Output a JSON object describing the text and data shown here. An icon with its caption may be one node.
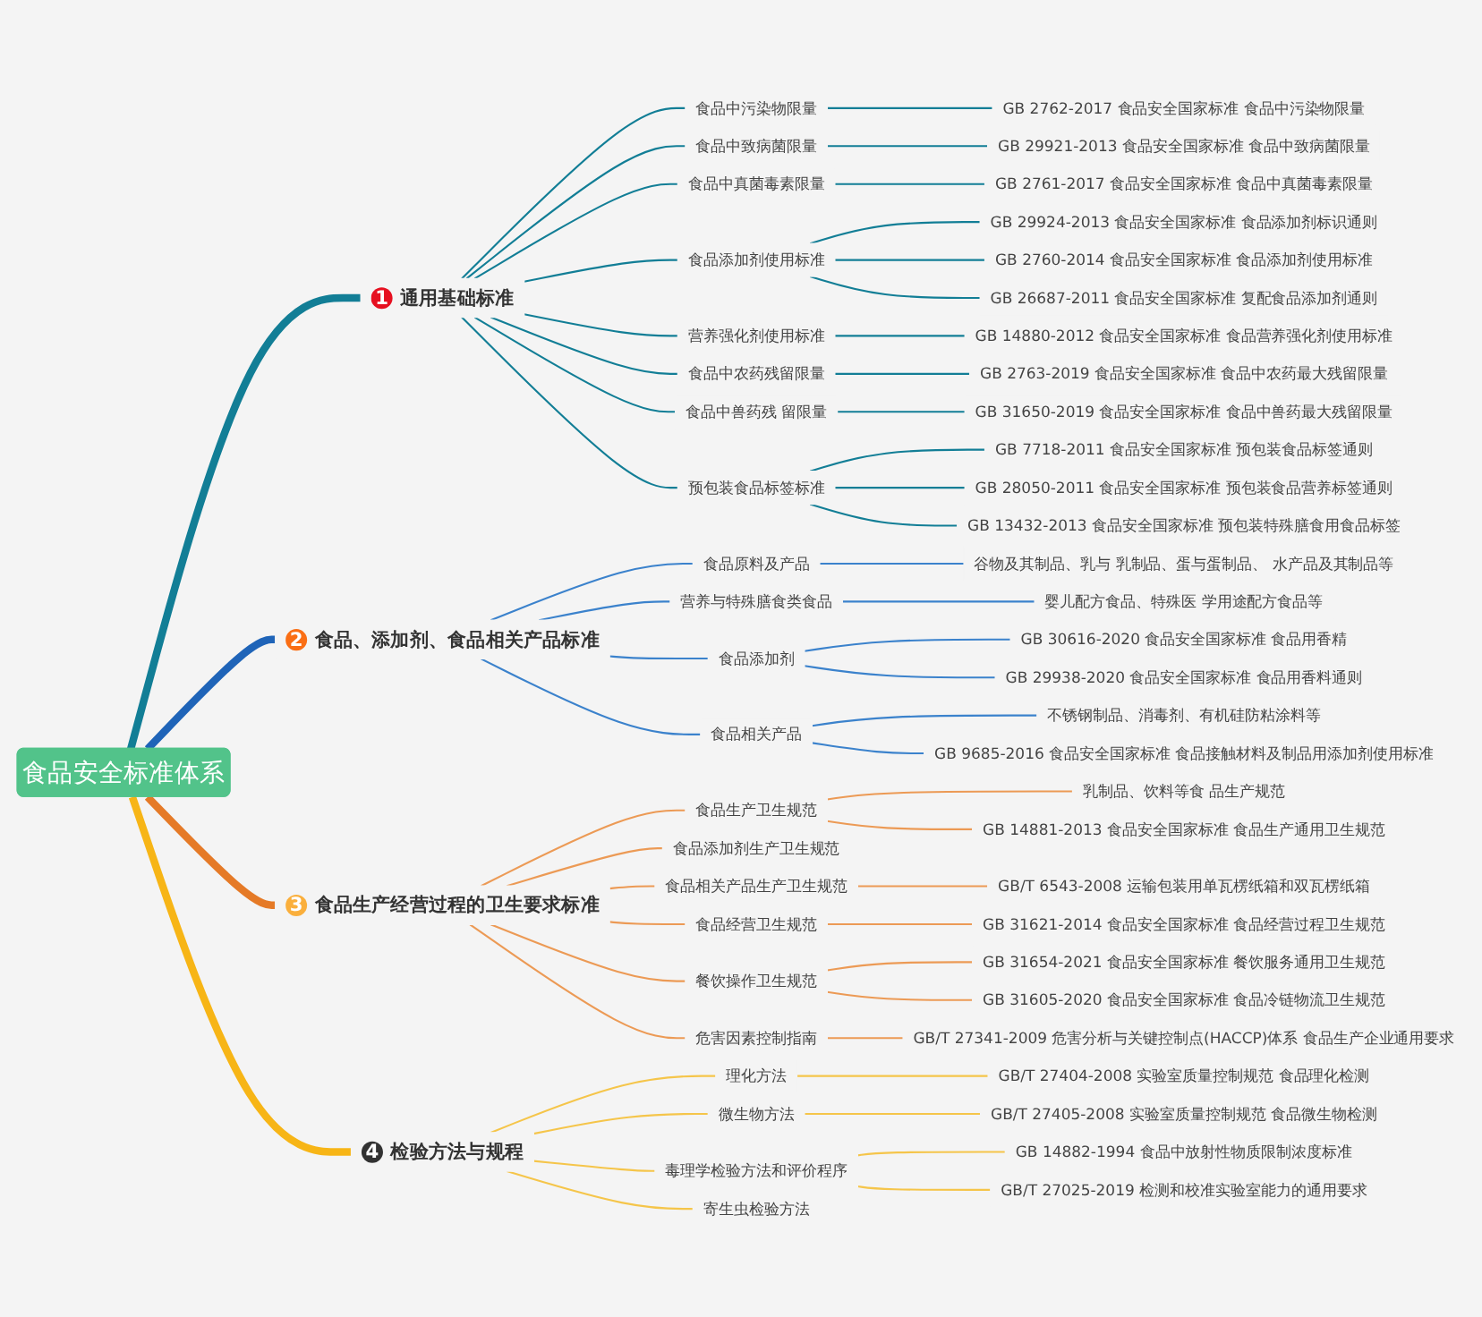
{
  "diagram": {
    "nodes": [
      {
        "text": [
          "食品安全标准体系"
        ]
      },
      {
        "text": [
          "1",
          "通用基础标准"
        ]
      },
      {
        "text": [
          "食品中污染物限量"
        ]
      },
      {
        "text": [
          "GB 2762-2017 食品安全国家标准 食品中污染物限量"
        ]
      },
      {
        "text": [
          "食品中致病菌限量"
        ]
      },
      {
        "text": [
          "GB 29921-2013 食品安全国家标准 食品中致病菌限量"
        ]
      },
      {
        "text": [
          "食品中真菌毒素限量"
        ]
      },
      {
        "text": [
          "GB 2761-2017 食品安全国家标准 食品中真菌毒素限量"
        ]
      },
      {
        "text": [
          "食品添加剂使用标准"
        ]
      },
      {
        "text": [
          "GB 29924-2013 食品安全国家标准 食品添加剂标识通则"
        ]
      },
      {
        "text": [
          "GB 2760-2014 食品安全国家标准 食品添加剂使用标准"
        ]
      },
      {
        "text": [
          "GB 26687-2011 食品安全国家标准 复配食品添加剂通则"
        ]
      },
      {
        "text": [
          "营养强化剂使用标准"
        ]
      },
      {
        "text": [
          "GB 14880-2012 食品安全国家标准 食品营养强化剂使用标准"
        ]
      },
      {
        "text": [
          "食品中农药残留限量"
        ]
      },
      {
        "text": [
          "GB 2763-2019 食品安全国家标准 食品中农药最大残留限量"
        ]
      },
      {
        "text": [
          "食品中兽药残 留限量"
        ]
      },
      {
        "text": [
          "GB 31650-2019 食品安全国家标准 食品中兽药最大残留限量"
        ]
      },
      {
        "text": [
          "预包装食品标签标准"
        ]
      },
      {
        "text": [
          "GB 7718-2011 食品安全国家标准 预包装食品标签通则"
        ]
      },
      {
        "text": [
          "GB 28050-2011 食品安全国家标准 预包装食品营养标签通则"
        ]
      },
      {
        "text": [
          "GB 13432-2013 食品安全国家标准 预包装特殊膳食用食品标签"
        ]
      },
      {
        "text": [
          "2",
          "食品、添加剂、食品相关产品标准"
        ]
      },
      {
        "text": [
          "食品原料及产品"
        ]
      },
      {
        "text": [
          "谷物及其制品、乳与 乳制品、蛋与蛋制品、 水产品及其制品等"
        ]
      },
      {
        "text": [
          "营养与特殊膳食类食品"
        ]
      },
      {
        "text": [
          "婴儿配方食品、特殊医 学用途配方食品等"
        ]
      },
      {
        "text": [
          "食品添加剂"
        ]
      },
      {
        "text": [
          "GB 30616-2020 食品安全国家标准 食品用香精"
        ]
      },
      {
        "text": [
          "GB 29938-2020 食品安全国家标准 食品用香料通则"
        ]
      },
      {
        "text": [
          "食品相关产品"
        ]
      },
      {
        "text": [
          "不锈钢制品、消毒剂、有机硅防粘涂料等"
        ]
      },
      {
        "text": [
          "GB 9685-2016 食品安全国家标准 食品接触材料及制品用添加剂使用标准"
        ]
      },
      {
        "text": [
          "3",
          "食品生产经营过程的卫生要求标准"
        ]
      },
      {
        "text": [
          "食品生产卫生规范"
        ]
      },
      {
        "text": [
          "乳制品、饮料等食 品生产规范"
        ]
      },
      {
        "text": [
          "GB 14881-2013 食品安全国家标准 食品生产通用卫生规范"
        ]
      },
      {
        "text": [
          "食品添加剂生产卫生规范"
        ]
      },
      {
        "text": [
          "食品相关产品生产卫生规范"
        ]
      },
      {
        "text": [
          "GB/T 6543-2008 运输包装用单瓦楞纸箱和双瓦楞纸箱"
        ]
      },
      {
        "text": [
          "食品经营卫生规范"
        ]
      },
      {
        "text": [
          "GB 31621-2014 食品安全国家标准 食品经营过程卫生规范"
        ]
      },
      {
        "text": [
          "餐饮操作卫生规范"
        ]
      },
      {
        "text": [
          "GB 31654-2021 食品安全国家标准 餐饮服务通用卫生规范"
        ]
      },
      {
        "text": [
          "GB 31605-2020 食品安全国家标准 食品冷链物流卫生规范"
        ]
      },
      {
        "text": [
          "危害因素控制指南"
        ]
      },
      {
        "text": [
          "GB/T 27341-2009 危害分析与关键控制点(HACCP)体系 食品生产企业通用要求"
        ]
      },
      {
        "text": [
          "4",
          "检验方法与规程"
        ]
      },
      {
        "text": [
          "理化方法"
        ]
      },
      {
        "text": [
          "GB/T 27404-2008 实验室质量控制规范 食品理化检测"
        ]
      },
      {
        "text": [
          "微生物方法"
        ]
      },
      {
        "text": [
          "GB/T 27405-2008 实验室质量控制规范 食品微生物检测"
        ]
      },
      {
        "text": [
          "毒理学检验方法和评价程序"
        ]
      },
      {
        "text": [
          "GB 14882-1994 食品中放射性物质限制浓度标准"
        ]
      },
      {
        "text": [
          "GB/T 27025-2019 检测和校准实验室能力的通用要求"
        ]
      },
      {
        "text": [
          "寄生虫检验方法"
        ]
      }
    ],
    "edges": [
      {
        "from": 0,
        "to": 1,
        "arrow": "none",
        "style": "thick",
        "color": "#127e96"
      },
      {
        "from": 1,
        "to": 2,
        "arrow": "none",
        "color": "#127e96"
      },
      {
        "from": 2,
        "to": 3,
        "arrow": "none",
        "color": "#127e96"
      },
      {
        "from": 1,
        "to": 4,
        "arrow": "none",
        "color": "#127e96"
      },
      {
        "from": 4,
        "to": 5,
        "arrow": "none",
        "color": "#127e96"
      },
      {
        "from": 1,
        "to": 6,
        "arrow": "none",
        "color": "#127e96"
      },
      {
        "from": 6,
        "to": 7,
        "arrow": "none",
        "color": "#127e96"
      },
      {
        "from": 1,
        "to": 8,
        "arrow": "none",
        "color": "#127e96"
      },
      {
        "from": 8,
        "to": 9,
        "arrow": "none",
        "color": "#127e96"
      },
      {
        "from": 8,
        "to": 10,
        "arrow": "none",
        "color": "#127e96"
      },
      {
        "from": 8,
        "to": 11,
        "arrow": "none",
        "color": "#127e96"
      },
      {
        "from": 1,
        "to": 12,
        "arrow": "none",
        "color": "#127e96"
      },
      {
        "from": 12,
        "to": 13,
        "arrow": "none",
        "color": "#127e96"
      },
      {
        "from": 1,
        "to": 14,
        "arrow": "none",
        "color": "#127e96"
      },
      {
        "from": 14,
        "to": 15,
        "arrow": "none",
        "color": "#127e96"
      },
      {
        "from": 1,
        "to": 16,
        "arrow": "none",
        "color": "#127e96"
      },
      {
        "from": 16,
        "to": 17,
        "arrow": "none",
        "color": "#127e96"
      },
      {
        "from": 1,
        "to": 18,
        "arrow": "none",
        "color": "#127e96"
      },
      {
        "from": 18,
        "to": 19,
        "arrow": "none",
        "color": "#127e96"
      },
      {
        "from": 18,
        "to": 20,
        "arrow": "none",
        "color": "#127e96"
      },
      {
        "from": 18,
        "to": 21,
        "arrow": "none",
        "color": "#127e96"
      },
      {
        "from": 0,
        "to": 22,
        "arrow": "none",
        "style": "thick",
        "color": "#1f64b8"
      },
      {
        "from": 22,
        "to": 23,
        "arrow": "none",
        "color": "#3b82cc"
      },
      {
        "from": 23,
        "to": 24,
        "arrow": "none",
        "color": "#3b82cc"
      },
      {
        "from": 22,
        "to": 25,
        "arrow": "none",
        "color": "#3b82cc"
      },
      {
        "from": 25,
        "to": 26,
        "arrow": "none",
        "color": "#3b82cc"
      },
      {
        "from": 22,
        "to": 27,
        "arrow": "none",
        "color": "#3b82cc"
      },
      {
        "from": 27,
        "to": 28,
        "arrow": "none",
        "color": "#3b82cc"
      },
      {
        "from": 27,
        "to": 29,
        "arrow": "none",
        "color": "#3b82cc"
      },
      {
        "from": 22,
        "to": 30,
        "arrow": "none",
        "color": "#3b82cc"
      },
      {
        "from": 30,
        "to": 31,
        "arrow": "none",
        "color": "#3b82cc"
      },
      {
        "from": 30,
        "to": 32,
        "arrow": "none",
        "color": "#3b82cc"
      },
      {
        "from": 0,
        "to": 33,
        "arrow": "none",
        "style": "thick",
        "color": "#e57a27"
      },
      {
        "from": 33,
        "to": 34,
        "arrow": "none",
        "color": "#ec9a55"
      },
      {
        "from": 34,
        "to": 35,
        "arrow": "none",
        "color": "#ec9a55"
      },
      {
        "from": 34,
        "to": 36,
        "arrow": "none",
        "color": "#ec9a55"
      },
      {
        "from": 33,
        "to": 37,
        "arrow": "none",
        "color": "#ec9a55"
      },
      {
        "from": 33,
        "to": 38,
        "arrow": "none",
        "color": "#ec9a55"
      },
      {
        "from": 38,
        "to": 39,
        "arrow": "none",
        "color": "#ec9a55"
      },
      {
        "from": 33,
        "to": 40,
        "arrow": "none",
        "color": "#ec9a55"
      },
      {
        "from": 40,
        "to": 41,
        "arrow": "none",
        "color": "#ec9a55"
      },
      {
        "from": 33,
        "to": 42,
        "arrow": "none",
        "color": "#ec9a55"
      },
      {
        "from": 42,
        "to": 43,
        "arrow": "none",
        "color": "#ec9a55"
      },
      {
        "from": 42,
        "to": 44,
        "arrow": "none",
        "color": "#ec9a55"
      },
      {
        "from": 33,
        "to": 45,
        "arrow": "none",
        "color": "#ec9a55"
      },
      {
        "from": 45,
        "to": 46,
        "arrow": "none",
        "color": "#ec9a55"
      },
      {
        "from": 0,
        "to": 47,
        "arrow": "none",
        "style": "thick",
        "color": "#f7b516"
      },
      {
        "from": 47,
        "to": 48,
        "arrow": "none",
        "color": "#f5c54a"
      },
      {
        "from": 48,
        "to": 49,
        "arrow": "none",
        "color": "#f5c54a"
      },
      {
        "from": 47,
        "to": 50,
        "arrow": "none",
        "color": "#f5c54a"
      },
      {
        "from": 50,
        "to": 51,
        "arrow": "none",
        "color": "#f5c54a"
      },
      {
        "from": 47,
        "to": 52,
        "arrow": "none",
        "color": "#f5c54a"
      },
      {
        "from": 52,
        "to": 53,
        "arrow": "none",
        "color": "#f5c54a"
      },
      {
        "from": 52,
        "to": 54,
        "arrow": "none",
        "color": "#f5c54a"
      },
      {
        "from": 47,
        "to": 55,
        "arrow": "none",
        "color": "#f5c54a"
      }
    ]
  }
}
